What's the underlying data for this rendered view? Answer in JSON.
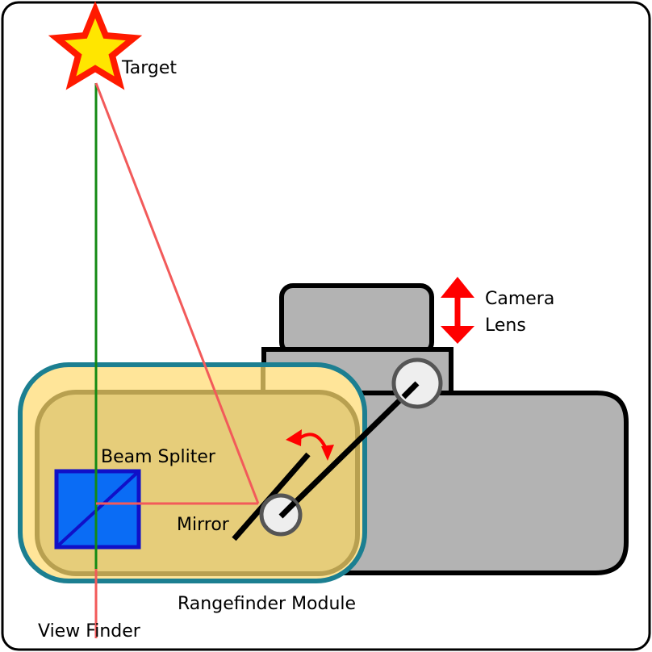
{
  "labels": {
    "target": "Target",
    "camera_lens_line1": "Camera",
    "camera_lens_line2": "Lens",
    "beam_splitter": "Beam Spliter",
    "mirror": "Mirror",
    "rangefinder_module": "Rangefinder Module",
    "view_finder": "View Finder"
  },
  "colors": {
    "frame": "#000000",
    "camera_body": "#b3b3b3",
    "module_fill": "#ffe599",
    "module_border": "#1c7f91",
    "module_inner": "#b8a050",
    "beam_splitter_fill": "#0a6cf5",
    "beam_splitter_border": "#1010c8",
    "view_line": "#138a13",
    "range_line": "#f25a5a",
    "arrow_red": "#ff0000",
    "star_fill": "#ffe600",
    "star_outline": "#ff1a00",
    "pivot_fill": "#eeeeee",
    "pivot_border": "#555555"
  },
  "icons": {
    "target": "star-icon",
    "lens_focus": "double-arrow-vertical-icon",
    "mirror_rotation": "curved-double-arrow-icon"
  }
}
